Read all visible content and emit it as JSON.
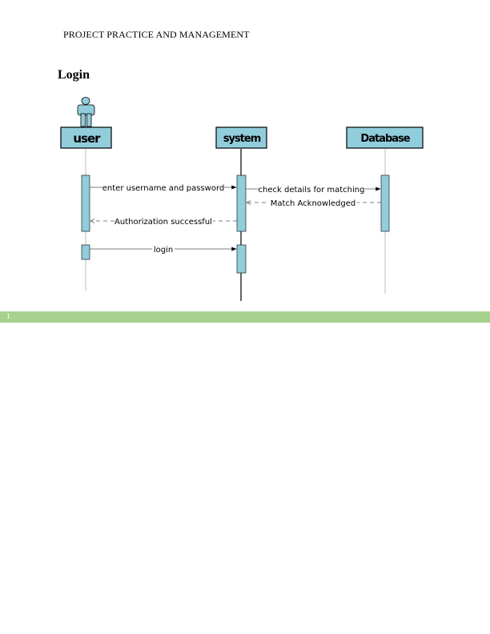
{
  "header": {
    "title": "PROJECT PRACTICE AND MANAGEMENT"
  },
  "section": {
    "title": "Login"
  },
  "diagram": {
    "lifelines": [
      {
        "name": "user"
      },
      {
        "name": "system"
      },
      {
        "name": "Database"
      }
    ],
    "messages": [
      {
        "label": "enter username and password",
        "from": "user",
        "to": "system",
        "kind": "call"
      },
      {
        "label": "check details for matching",
        "from": "system",
        "to": "Database",
        "kind": "call"
      },
      {
        "label": "Match Acknowledged",
        "from": "Database",
        "to": "system",
        "kind": "return"
      },
      {
        "label": "Authorization successful",
        "from": "system",
        "to": "user",
        "kind": "return"
      },
      {
        "label": "login",
        "from": "user",
        "to": "system",
        "kind": "call"
      }
    ],
    "colors": {
      "box_fill": "#92cddc",
      "line": "#000000",
      "lifeline": "#bfbfbf"
    }
  },
  "footer": {
    "page_number": "1",
    "color": "#a9d18e"
  }
}
